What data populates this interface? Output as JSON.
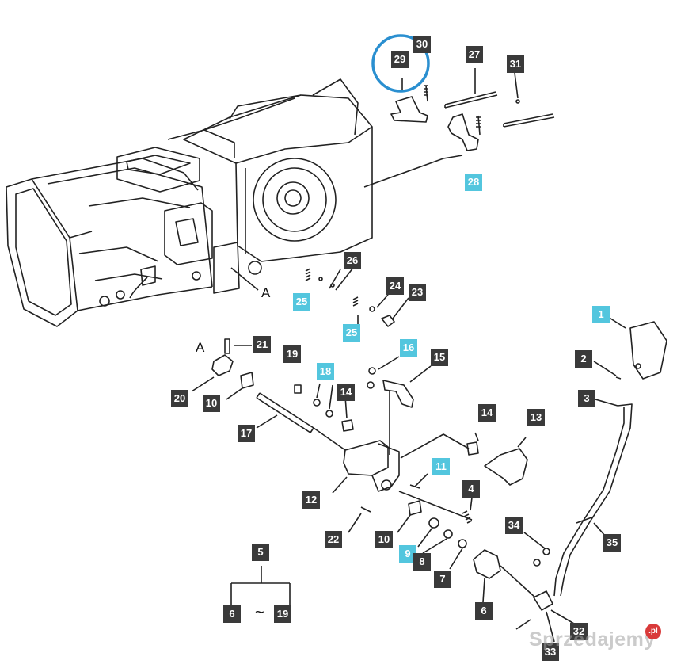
{
  "callouts": {
    "c1": "1",
    "c2": "2",
    "c3": "3",
    "c4": "4",
    "c5": "5",
    "c6a": "6",
    "c6b": "6",
    "c7": "7",
    "c8": "8",
    "c9": "9",
    "c10a": "10",
    "c10b": "10",
    "c11": "11",
    "c12": "12",
    "c13": "13",
    "c14a": "14",
    "c14b": "14",
    "c15": "15",
    "c16": "16",
    "c17": "17",
    "c18": "18",
    "c19a": "19",
    "c19b": "19",
    "c20": "20",
    "c21": "21",
    "c22": "22",
    "c23": "23",
    "c24": "24",
    "c25a": "25",
    "c25b": "25",
    "c26": "26",
    "c27": "27",
    "c28": "28",
    "c29": "29",
    "c30": "30",
    "c31": "31",
    "c32": "32",
    "c33": "33",
    "c34": "34",
    "c35": "35"
  },
  "marks": {
    "a1": "A",
    "a2": "A",
    "tilde": "~"
  },
  "watermark": {
    "text": "Sprzedajemy",
    "dot": ".pl"
  },
  "colors": {
    "tag": "#3a3a3a",
    "highlight_tag": "#53c6de",
    "circle": "#2a8fd0",
    "line": "#222222"
  }
}
